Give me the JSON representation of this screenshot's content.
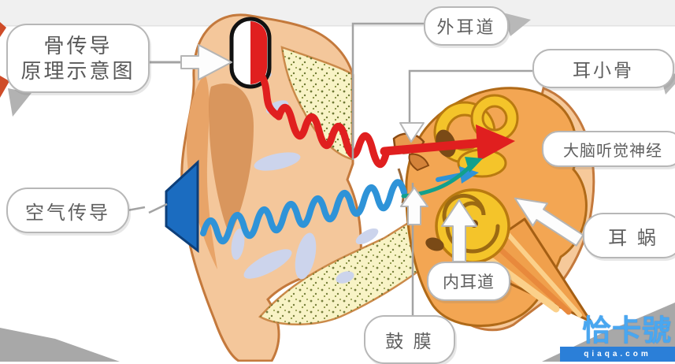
{
  "figure_title": {
    "line1": "骨传导",
    "line2": "原理示意图"
  },
  "labels": {
    "air_conduction": "空气传导",
    "external_ear_canal": "外耳道",
    "ossicles": "耳小骨",
    "brain_auditory_nerve": "大脑听觉神经",
    "cochlea": "耳 蜗",
    "internal_auditory_canal": "内耳道",
    "eardrum": "鼓 膜"
  },
  "watermark": {
    "logo_text": "恰卡號",
    "url_text": "qiaqa.com"
  },
  "colors": {
    "bone_conduction_wave": "#e01f1f",
    "air_conduction_wave": "#2e93d8",
    "speaker_blue": "#1b6cc0",
    "nerve_signal_teal": "#12a08c",
    "skin": "#f4c79b",
    "bone": "#f8f3c6",
    "labyrinth_gold": "#f4c42a",
    "inner_ear_orange": "#f3a653",
    "watermark_blue": "#2b7fd8"
  }
}
